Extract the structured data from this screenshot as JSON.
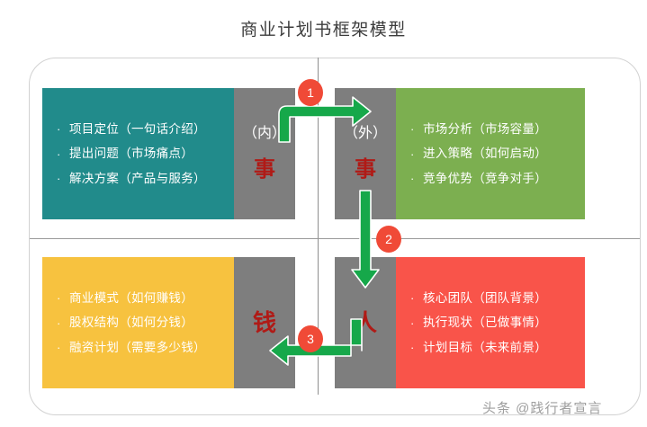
{
  "page": {
    "title": "商业计划书框架模型",
    "watermark": "头条 @践行者宣言"
  },
  "colors": {
    "teal": "#218B8B",
    "green": "#7CAF50",
    "yellow": "#F7C23F",
    "red": "#F9544A",
    "gray_column": "#7E7E7E",
    "arrow_green": "#16A84A",
    "step_circle": "#F04A37",
    "axis_char": "#B01A16"
  },
  "quadrants": {
    "top_left": {
      "label": "内事",
      "items": [
        "项目定位（一句话介绍）",
        "提出问题（市场痛点）",
        "解决方案（产品与服务）"
      ]
    },
    "top_right": {
      "label": "外事",
      "items": [
        "市场分析（市场容量）",
        "进入策略（如何启动）",
        "竞争优势（竞争对手）"
      ]
    },
    "bottom_left": {
      "label": "钱",
      "items": [
        "商业模式（如何赚钱）",
        "股权结构（如何分钱）",
        "融资计划（需要多少钱）"
      ]
    },
    "bottom_right": {
      "label": "人",
      "items": [
        "核心团队（团队背景）",
        "执行现状（已做事情）",
        "计划目标（未来前景）"
      ]
    }
  },
  "axis_columns": [
    {
      "paren": "（内）",
      "char": "事"
    },
    {
      "paren": "（外）",
      "char": "事"
    },
    {
      "paren": "",
      "char": "钱"
    },
    {
      "paren": "",
      "char": "人"
    }
  ],
  "steps": [
    {
      "number": "1"
    },
    {
      "number": "2"
    },
    {
      "number": "3"
    }
  ],
  "bullet": {
    "glyph": "·"
  }
}
